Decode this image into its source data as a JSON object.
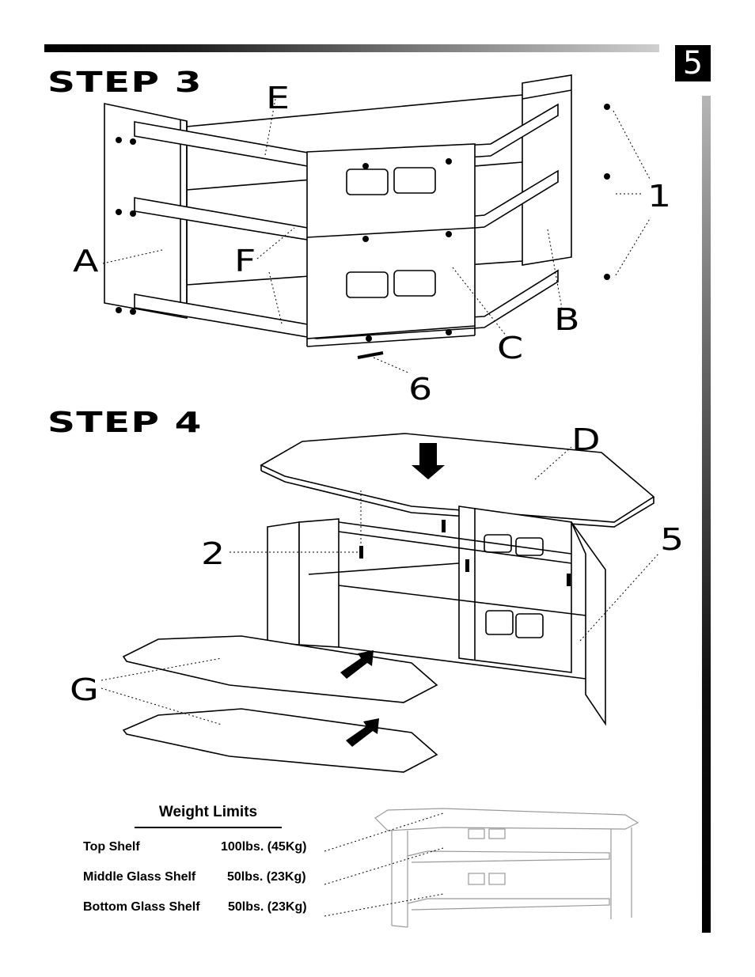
{
  "page_number": "5",
  "step3": {
    "title": "STEP 3",
    "labels": {
      "A": "A",
      "B": "B",
      "C": "C",
      "E": "E",
      "F": "F",
      "one": "1",
      "six": "6"
    }
  },
  "step4": {
    "title": "STEP 4",
    "labels": {
      "D": "D",
      "G": "G",
      "two": "2",
      "five": "5"
    }
  },
  "weight_limits": {
    "title": "Weight Limits",
    "rows": [
      {
        "name": "Top Shelf",
        "value": "100lbs.  (45Kg)"
      },
      {
        "name": "Middle Glass Shelf",
        "value": "50lbs.  (23Kg)"
      },
      {
        "name": "Bottom Glass Shelf",
        "value": "50lbs.  (23Kg)"
      }
    ]
  }
}
